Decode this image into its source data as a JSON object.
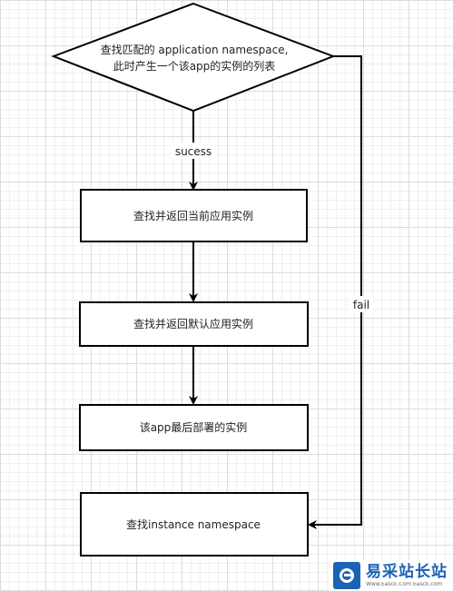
{
  "diagram": {
    "start_node": {
      "line1": "查找匹配的 application namespace,",
      "line2": "此时产生一个该app的实例的列表"
    },
    "steps": [
      {
        "label": "查找并返回当前应用实例"
      },
      {
        "label": "查找并返回默认应用实例"
      },
      {
        "label": "该app最后部署的实例"
      },
      {
        "label": "查找instance namespace"
      }
    ],
    "edge_labels": {
      "success": "sucess",
      "fail": "fail"
    }
  },
  "watermark": {
    "title": "易采站长站",
    "subtitle": "Www.Easck.Com  Easck.com"
  }
}
